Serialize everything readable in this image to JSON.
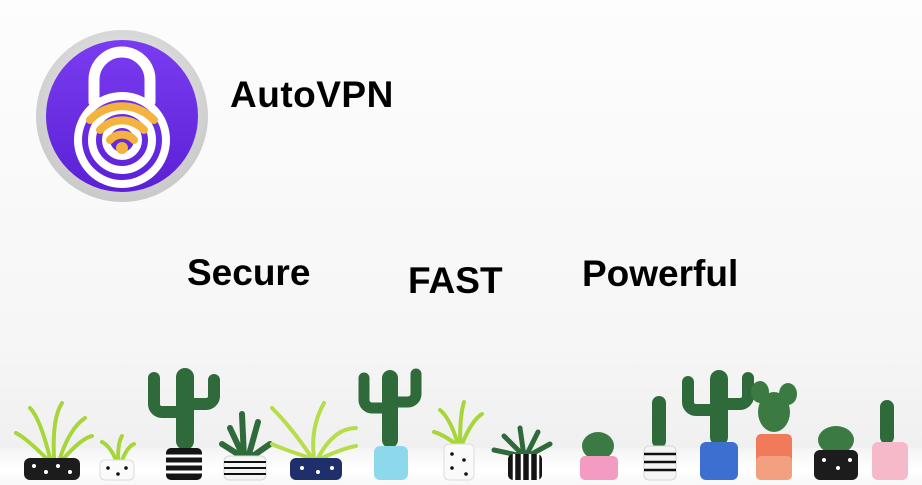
{
  "app": {
    "name": "AutoVPN",
    "icon": "padlock-wifi-icon",
    "colors": {
      "accent": "#6c2de3",
      "wifi": "#f4b33e",
      "ring": "#d6d6d6"
    }
  },
  "taglines": [
    "Secure",
    "FAST",
    "Powerful"
  ],
  "decor": {
    "illustration": "potted-cactus-row"
  }
}
